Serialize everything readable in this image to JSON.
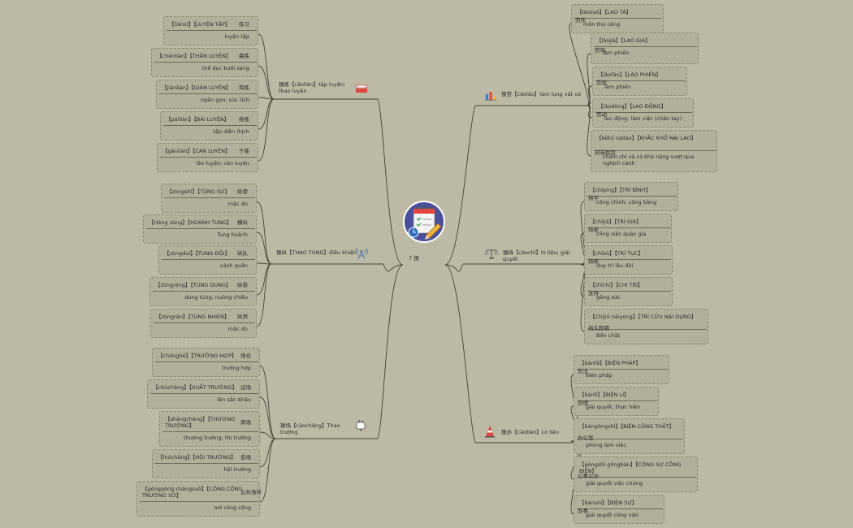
{
  "center": {
    "label": "7 操"
  },
  "branches": [
    {
      "key": "b1",
      "label": "操练【cāoliàn】tập luyện; thao luyện",
      "icon": "banner-icon",
      "items": [
        {
          "word": "练习",
          "pinyin": "【liànxí】【LUYỆN TẬP】",
          "meaning": "luyện tập"
        },
        {
          "word": "晨练",
          "pinyin": "【chénliàn】【THẦN LUYỆN】",
          "meaning": "thể dục buổi sáng"
        },
        {
          "word": "简练",
          "pinyin": "【jiǎnliàn】【GIẢN LUYỆN】",
          "meaning": "ngắn gọn; súc tích"
        },
        {
          "word": "排练",
          "pinyin": "【páiliàn】【BÀI LUYỆN】",
          "meaning": "tập diễn (kịch"
        },
        {
          "word": "干练",
          "pinyin": "【gànliàn】【CAN LUYỆN】",
          "meaning": "lão luyện; cán luyện"
        }
      ]
    },
    {
      "key": "b2",
      "label": "操纵【THAO TÚNG】điều khiển",
      "icon": "signal-tower-icon",
      "items": [
        {
          "word": "纵使",
          "pinyin": "【zòngshǐ】【TÚNG SỬ】",
          "meaning": "mặc dù"
        },
        {
          "word": "横纵",
          "pinyin": "【Héng zòng】【HOÀNH TUNG】",
          "meaning": "Tung hoành"
        },
        {
          "word": "纵队",
          "pinyin": "【zòngduì】【TUNG ĐỘI】",
          "meaning": "cánh quân"
        },
        {
          "word": "纵容",
          "pinyin": "【zòngróng】【TUNG DUNG】",
          "meaning": "dung túng; nuông chiều"
        },
        {
          "word": "纵然",
          "pinyin": "【zòngrán】【TÚNG NHIÊN】",
          "meaning": "mặc dù"
        }
      ]
    },
    {
      "key": "b3",
      "label": "操场【cāochǎng】Thao trường",
      "icon": "plug-icon",
      "items": [
        {
          "word": "场合",
          "pinyin": "【chǎnghé】【TRƯỜNG HỢP】",
          "meaning": "trường hợp"
        },
        {
          "word": "出场",
          "pinyin": "【chūchǎng】【XUẤT TRƯỜNG】",
          "meaning": "lên sân khấu"
        },
        {
          "word": "商场",
          "pinyin": "【shāngchǎng】【THƯƠNG TRƯỜNG】",
          "meaning": "thương trường; thị trường"
        },
        {
          "word": "会场",
          "pinyin": "【huìchǎng】【HỘI TRƯỜNG】",
          "meaning": "hội trường"
        },
        {
          "word": "公共场所",
          "pinyin": "【gōnggòng chǎngsuǒ】【CÔNG CỘNG TRƯỜNG SỞ】",
          "meaning": "nơi công cộng"
        }
      ]
    },
    {
      "key": "b4",
      "label": "操劳【cāoláo】làm lụng vất vả",
      "icon": "bar-chart-icon",
      "items": [
        {
          "word": "劳作",
          "pinyin": "【láozuò】【LAO TÁ】",
          "meaning": "môn thủ công"
        },
        {
          "word": "劳驾",
          "pinyin": "【láojià】【LAO GIÁ】",
          "meaning": "làm phiền"
        },
        {
          "word": "劳烦",
          "pinyin": "【láofán】【LAO PHIỀN】",
          "meaning": "làm phiền"
        },
        {
          "word": "劳动",
          "pinyin": "【láodòng】【LAO ĐỘNG】",
          "meaning": "lao động; làm việc (chân tay)"
        },
        {
          "word": "刻苦耐劳",
          "pinyin": "【kèkǔ nàiláo】【KHẮC KHỔ NẠI LAO】",
          "meaning": "chăm chỉ và có khả năng vượt qua nghịch cảnh"
        }
      ]
    },
    {
      "key": "b5",
      "label": "操持【cāochí】lo liệu; giải quyết",
      "icon": "scales-icon",
      "items": [
        {
          "word": "持平",
          "pinyin": "【chípíng】【TRÌ BÌNH】",
          "meaning": "công chính; công bằng"
        },
        {
          "word": "持家",
          "pinyin": "【chíjiā】【TRÌ GIA】",
          "meaning": "công việc quản gia"
        },
        {
          "word": "持续",
          "pinyin": "【chíxù】【TRÌ TỤC】",
          "meaning": "duy trì lâu dài"
        },
        {
          "word": "支持",
          "pinyin": "【zhīchí】【CHI TRÌ】",
          "meaning": "gắng sức"
        },
        {
          "word": "持久耐用",
          "pinyin": "【Chíjiǔ nàiyòng】【TRÌ CỬU NẠI DỤNG】",
          "meaning": "Bền chặt"
        }
      ]
    },
    {
      "key": "b6",
      "label": "操办【cāobàn】Lo liệu",
      "icon": "traffic-cone-icon",
      "items": [
        {
          "word": "办法",
          "pinyin": "【bànfǎ】【BIỆN PHÁP】",
          "meaning": "biện pháp"
        },
        {
          "word": "办理",
          "pinyin": "【bànlǐ】【BIỆN LÍ】",
          "meaning": "giải quyết; thực hiện"
        },
        {
          "word": "办公室",
          "pinyin": "【bàngōngshì】【BIỆN CÔNG THẤT】",
          "meaning": "phòng làm việc"
        },
        {
          "word": "公事公办",
          "pinyin": "【gōngshì gōngbàn】【CÔNG SỰ CÔNG BIỆN】",
          "meaning": "giải quyết việc chung"
        },
        {
          "word": "办事",
          "pinyin": "【bànshì】【BIỆN SỰ】",
          "meaning": "giải quyết công việc"
        }
      ]
    }
  ]
}
